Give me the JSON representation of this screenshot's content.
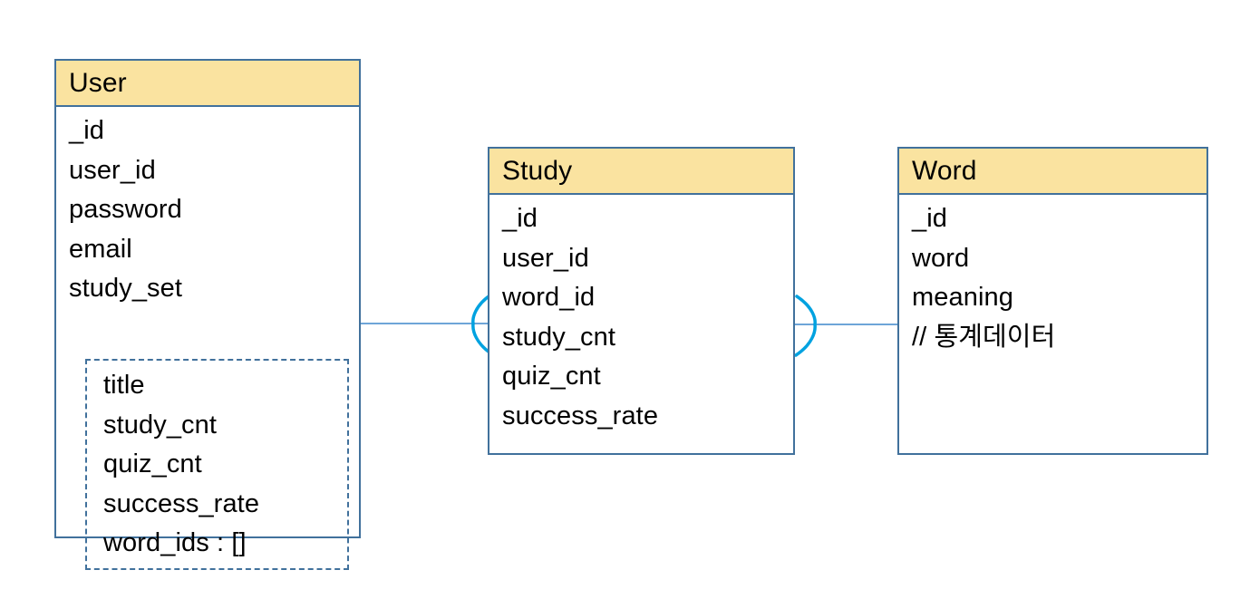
{
  "diagram": {
    "type": "entity-relationship-diagram",
    "title": "",
    "colors": {
      "entity_header_fill": "#FAE3A0",
      "entity_border": "#41719C",
      "entity_body_fill": "#FFFFFF",
      "connector_line": "#6EA5D8",
      "crowsfoot_marker": "#00A2E0",
      "text": "#000000",
      "background": "#FFFFFF"
    },
    "entities": [
      {
        "id": "user",
        "name": "User",
        "fields": [
          {
            "label": "_id"
          },
          {
            "label": "user_id"
          },
          {
            "label": "password"
          },
          {
            "label": "email"
          },
          {
            "label": "study_set"
          }
        ],
        "nested": {
          "id": "study_set",
          "parent_field": "study_set",
          "style": "dashed",
          "fields": [
            {
              "label": "title"
            },
            {
              "label": "study_cnt"
            },
            {
              "label": "quiz_cnt"
            },
            {
              "label": "success_rate"
            },
            {
              "label": "word_ids : []"
            }
          ]
        }
      },
      {
        "id": "study",
        "name": "Study",
        "fields": [
          {
            "label": "_id"
          },
          {
            "label": "user_id"
          },
          {
            "label": "word_id"
          },
          {
            "label": "study_cnt"
          },
          {
            "label": "quiz_cnt"
          },
          {
            "label": "success_rate"
          }
        ],
        "nested": null
      },
      {
        "id": "word",
        "name": "Word",
        "fields": [
          {
            "label": "_id"
          },
          {
            "label": "word"
          },
          {
            "label": "meaning"
          },
          {
            "label": "// 통계데이터"
          }
        ],
        "nested": null
      }
    ],
    "relationships": [
      {
        "id": "user-study",
        "from": "user",
        "to": "study",
        "from_cardinality": "one",
        "to_cardinality": "many",
        "label": ""
      },
      {
        "id": "study-word",
        "from": "study",
        "to": "word",
        "from_cardinality": "many",
        "to_cardinality": "one",
        "label": ""
      }
    ]
  }
}
